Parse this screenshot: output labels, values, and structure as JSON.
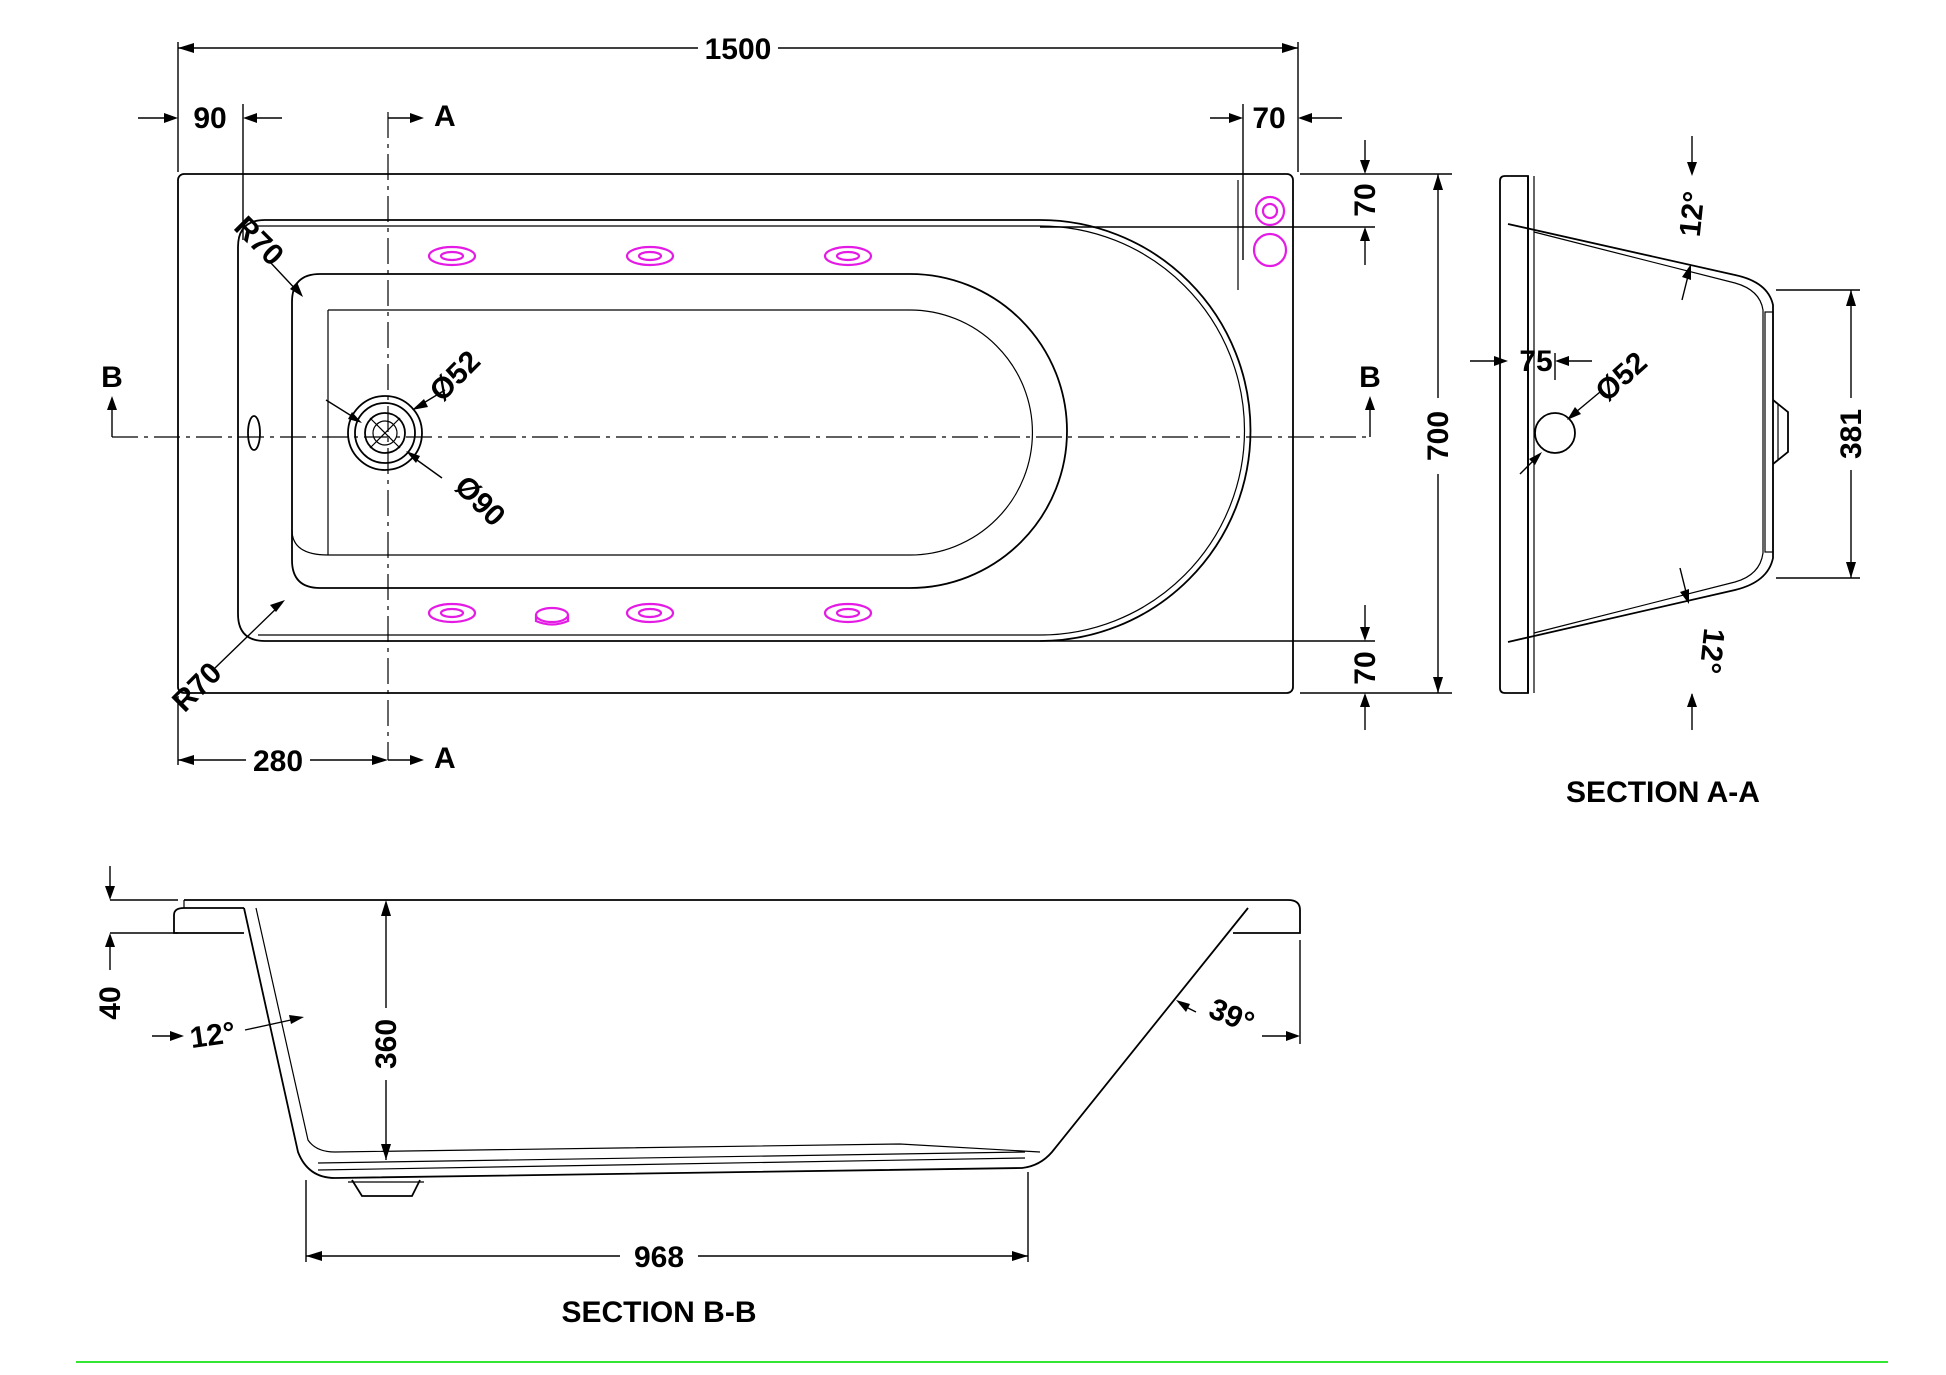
{
  "plan": {
    "overall_length": "1500",
    "left_offset": "90",
    "right_offset": "70",
    "waste_offset": "280",
    "section_a_top": "A",
    "section_a_bottom": "A",
    "section_b_left": "B",
    "section_b_right": "B",
    "radius_top": "R70",
    "radius_bottom": "R70",
    "waste_diameter": "Ø52",
    "outer_waste_diameter": "Ø90",
    "overall_width": "700",
    "rim_top": "70",
    "rim_bottom": "70"
  },
  "section_a": {
    "title": "SECTION A-A",
    "angle_top": "12°",
    "angle_bottom": "12°",
    "overflow_offset": "75",
    "overflow_diameter": "Ø52",
    "end_height": "381"
  },
  "section_b": {
    "title": "SECTION B-B",
    "rim_thickness": "40",
    "depth": "360",
    "angle_left": "12°",
    "angle_right": "39°",
    "base_length": "968"
  },
  "colors": {
    "line": "#000000",
    "jets": "#e41be4",
    "footer_rule": "#33e633"
  }
}
